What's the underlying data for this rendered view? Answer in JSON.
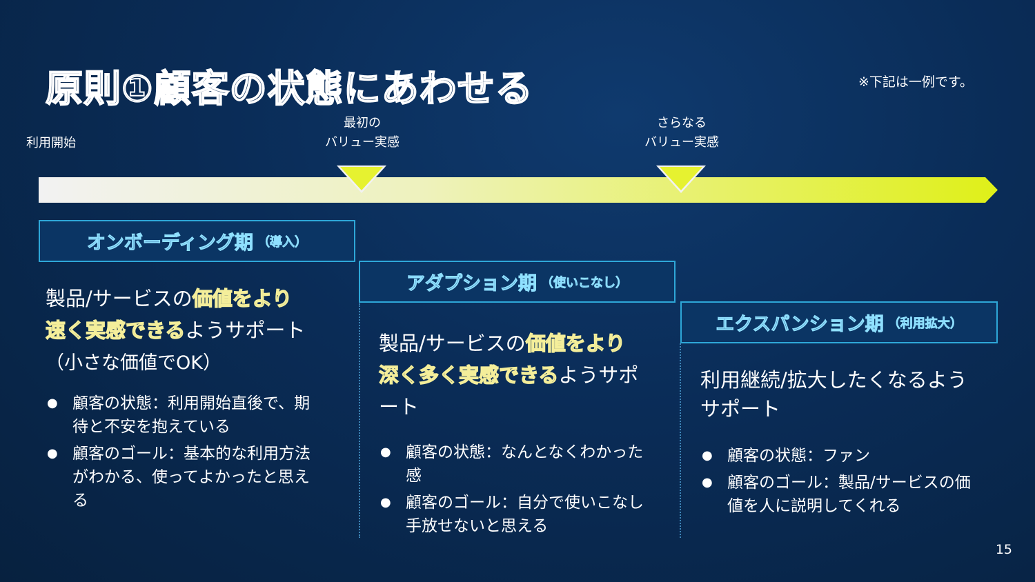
{
  "title": "原則①顧客の状態にあわせる",
  "note": "※下記は一例です。",
  "timeline": {
    "start": "利用開始",
    "first_value_1": "最初の",
    "first_value_2": "バリュー実感",
    "further_value_1": "さらなる",
    "further_value_2": "バリュー実感"
  },
  "phases": [
    {
      "name": "オンボーディング期",
      "sub": "（導入）",
      "lead_1": "製品/サービスの",
      "lead_hl_1": "価値をより",
      "lead_hl_2": "速く実感できる",
      "lead_2": "ようサポート",
      "lead_3": "（小さな価値でOK）",
      "bullets": [
        "顧客の状態：利用開始直後で、期待と不安を抱えている",
        "顧客のゴール：基本的な利用方法がわかる、使ってよかったと思える"
      ]
    },
    {
      "name": "アダプション期",
      "sub": "（使いこなし）",
      "lead_1": "製品/サービスの",
      "lead_hl_1": "価値をより",
      "lead_hl_2": "深く多く実感できる",
      "lead_2": "ようサポート",
      "bullets": [
        "顧客の状態：なんとなくわかった感",
        "顧客のゴール：自分で使いこなし手放せないと思える"
      ]
    },
    {
      "name": "エクスパンション期",
      "sub": "（利用拡大）",
      "lead": "利用継続/拡大したくなるようサポート",
      "bullets": [
        "顧客の状態：ファン",
        "顧客のゴール：製品/サービスの価値を人に説明してくれる"
      ]
    }
  ],
  "page_number": "15",
  "colors": {
    "background": "#0a2c57",
    "accent_cyan": "#2ea7d8",
    "accent_yellow": "#e6f15e"
  }
}
